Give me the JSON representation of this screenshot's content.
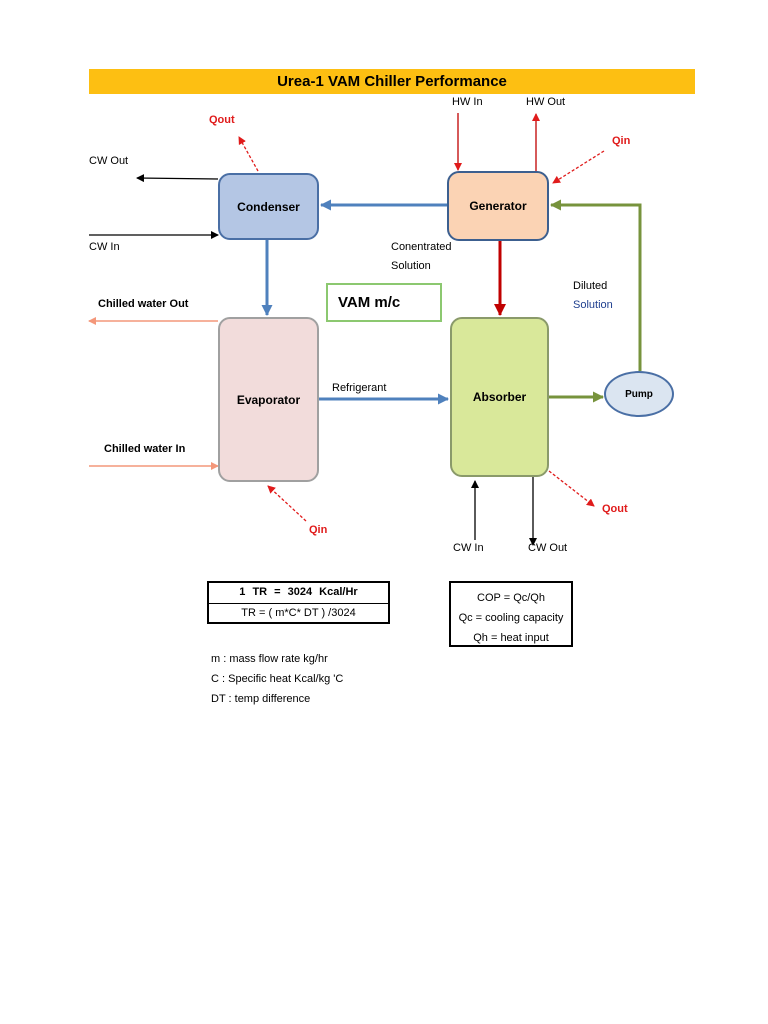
{
  "title": "Urea-1 VAM Chiller Performance",
  "components": {
    "condenser": "Condenser",
    "generator": "Generator",
    "evaporator": "Evaporator",
    "absorber": "Absorber",
    "pump": "Pump"
  },
  "machine_label": "VAM m/c",
  "labels": {
    "cw_out_top": "CW Out",
    "cw_in_top": "CW In",
    "qout_top": "Qout",
    "hw_in": "HW In",
    "hw_out": "HW Out",
    "qin_top": "Qin",
    "concentrated_line1": "Conentrated",
    "concentrated_line2": "Solution",
    "diluted_line1": "Diluted",
    "diluted_line2": "Solution",
    "chilled_water_out": "Chilled water Out",
    "chilled_water_in": "Chilled water In",
    "refrigerant": "Refrigerant",
    "qin_bottom": "Qin",
    "qout_bottom": "Qout",
    "cw_in_bottom": "CW In",
    "cw_out_bottom": "CW Out"
  },
  "tr_table": {
    "row1": "1 TR = 3024 Kcal/Hr",
    "row2": "TR = ( m*C* DT ) /3024"
  },
  "cop_box": {
    "line1": "COP = Qc/Qh",
    "line2": "Qc = cooling capacity",
    "line3": "Qh = heat input"
  },
  "notes": [
    "m : mass flow rate kg/hr",
    "C : Specific heat Kcal/kg 'C",
    "DT : temp difference"
  ],
  "colors": {
    "title_bg": "#fdbf12",
    "blue_flow": "#4f81bd",
    "red_flow": "#c00000",
    "green_flow": "#77933c",
    "chilled_water": "#f4977a",
    "heat_red": "#e01b1b"
  }
}
